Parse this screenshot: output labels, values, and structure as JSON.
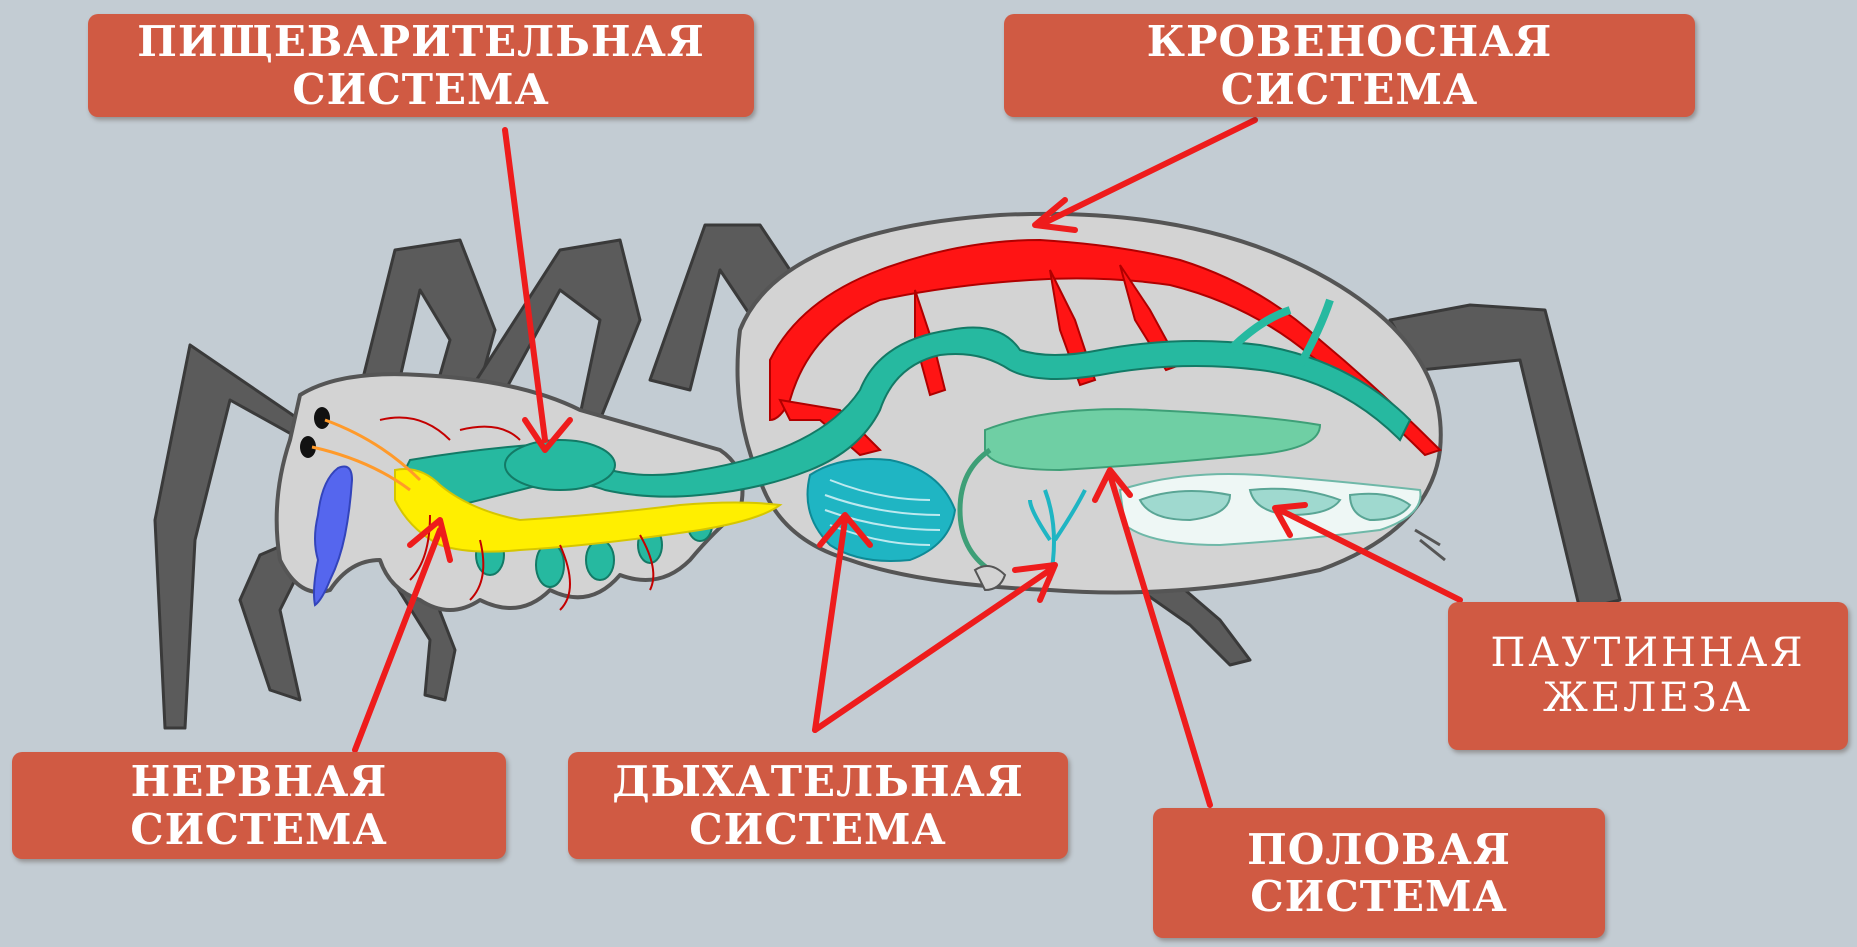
{
  "labels": {
    "digestive": {
      "line1": "ПИЩЕВАРИТЕЛЬНАЯ",
      "line2": "СИСТЕМА"
    },
    "circulatory": {
      "line1": "КРОВЕНОСНАЯ",
      "line2": "СИСТЕМА"
    },
    "nervous": {
      "line1": "НЕРВНАЯ",
      "line2": "СИСТЕМА"
    },
    "respiratory": {
      "line1": "ДЫХАТЕЛЬНАЯ",
      "line2": "СИСТЕМА"
    },
    "reproductive": {
      "line1": "ПОЛОВАЯ",
      "line2": "СИСТЕМА"
    },
    "silk_gland": {
      "line1": "ПАУТИННАЯ",
      "line2": "ЖЕЛЕЗА"
    }
  },
  "colors": {
    "background": "#c3ccd3",
    "label_fill": "#d05a43",
    "label_text": "#ffffff",
    "arrow": "#ee1c1c",
    "legs": "#5b5b5b",
    "body": "#d3d3d3",
    "circulatory": "#ff1414",
    "digestive": "#26b9a0",
    "nervous": "#ffef00",
    "respiratory": "#1fb5c3",
    "reproductive": "#6fcfa4",
    "silk_gland": "#9fd9cf",
    "poison_gland": "#5566ee"
  }
}
